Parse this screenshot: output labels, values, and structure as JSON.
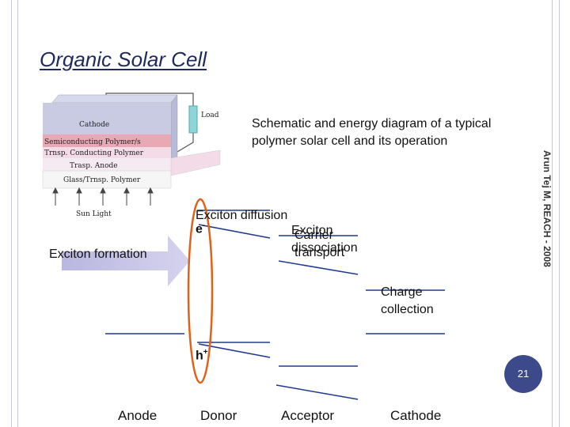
{
  "slide": {
    "title": "Organic Solar Cell",
    "caption": "Schematic and energy diagram of a typical polymer solar cell and its operation",
    "sidebar_credit": "Arun Tej M, REACH - 2008",
    "page_number": "21"
  },
  "device": {
    "load_label": "Load",
    "sun_label": "Sun Light",
    "layers": [
      {
        "label": "Cathode",
        "color": "#c9cbe3"
      },
      {
        "label": "Semiconducting Polymer/s",
        "color": "#e8a8b4"
      },
      {
        "label": "Trnsp. Conducting Polymer",
        "color": "#f3dbe8"
      },
      {
        "label": "Trasp. Anode",
        "color": "#f6eaf2"
      },
      {
        "label": "Glass/Trnsp. Polymer",
        "color": "#f6f6f6"
      }
    ]
  },
  "energy_diagram": {
    "labels": {
      "exciton_diffusion": "Exciton diffusion",
      "electron": "e",
      "electron_sup": "-",
      "hole": "h",
      "hole_sup": "+",
      "exciton_formation": "Exciton formation",
      "exciton_dissociation_1": "Exciton",
      "exciton_dissociation_2": "dissociation",
      "carrier_transport_1": "Carrier",
      "carrier_transport_2": "transport",
      "charge_collection_1": "Charge",
      "charge_collection_2": "collection"
    },
    "columns": [
      "Anode",
      "Donor",
      "Acceptor",
      "Cathode"
    ]
  }
}
